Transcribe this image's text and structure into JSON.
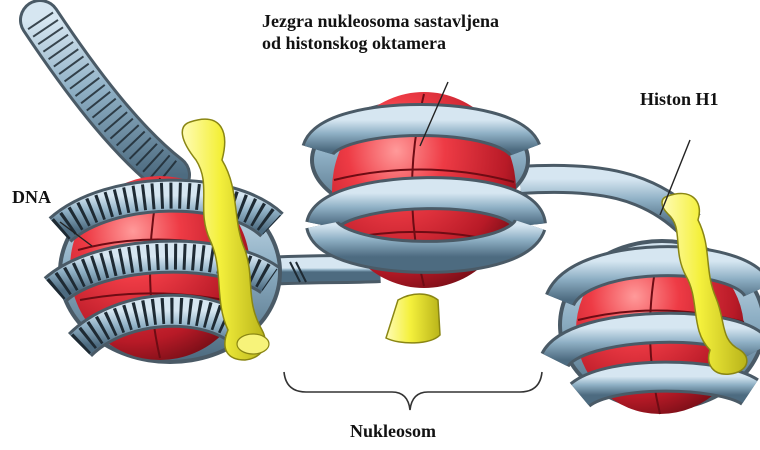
{
  "labels": {
    "core_line1": "Jezgra nukleosoma sastavljena",
    "core_line2": "od histonskog oktamera",
    "histone_h1": "Histon H1",
    "dna": "DNA",
    "nucleosome": "Nukleosom"
  },
  "colors": {
    "histone_core": "#e02a36",
    "dna_tube": "#8fb0c5",
    "histone_h1": "#f2ee3a",
    "double_helix": "#1e2a33"
  }
}
